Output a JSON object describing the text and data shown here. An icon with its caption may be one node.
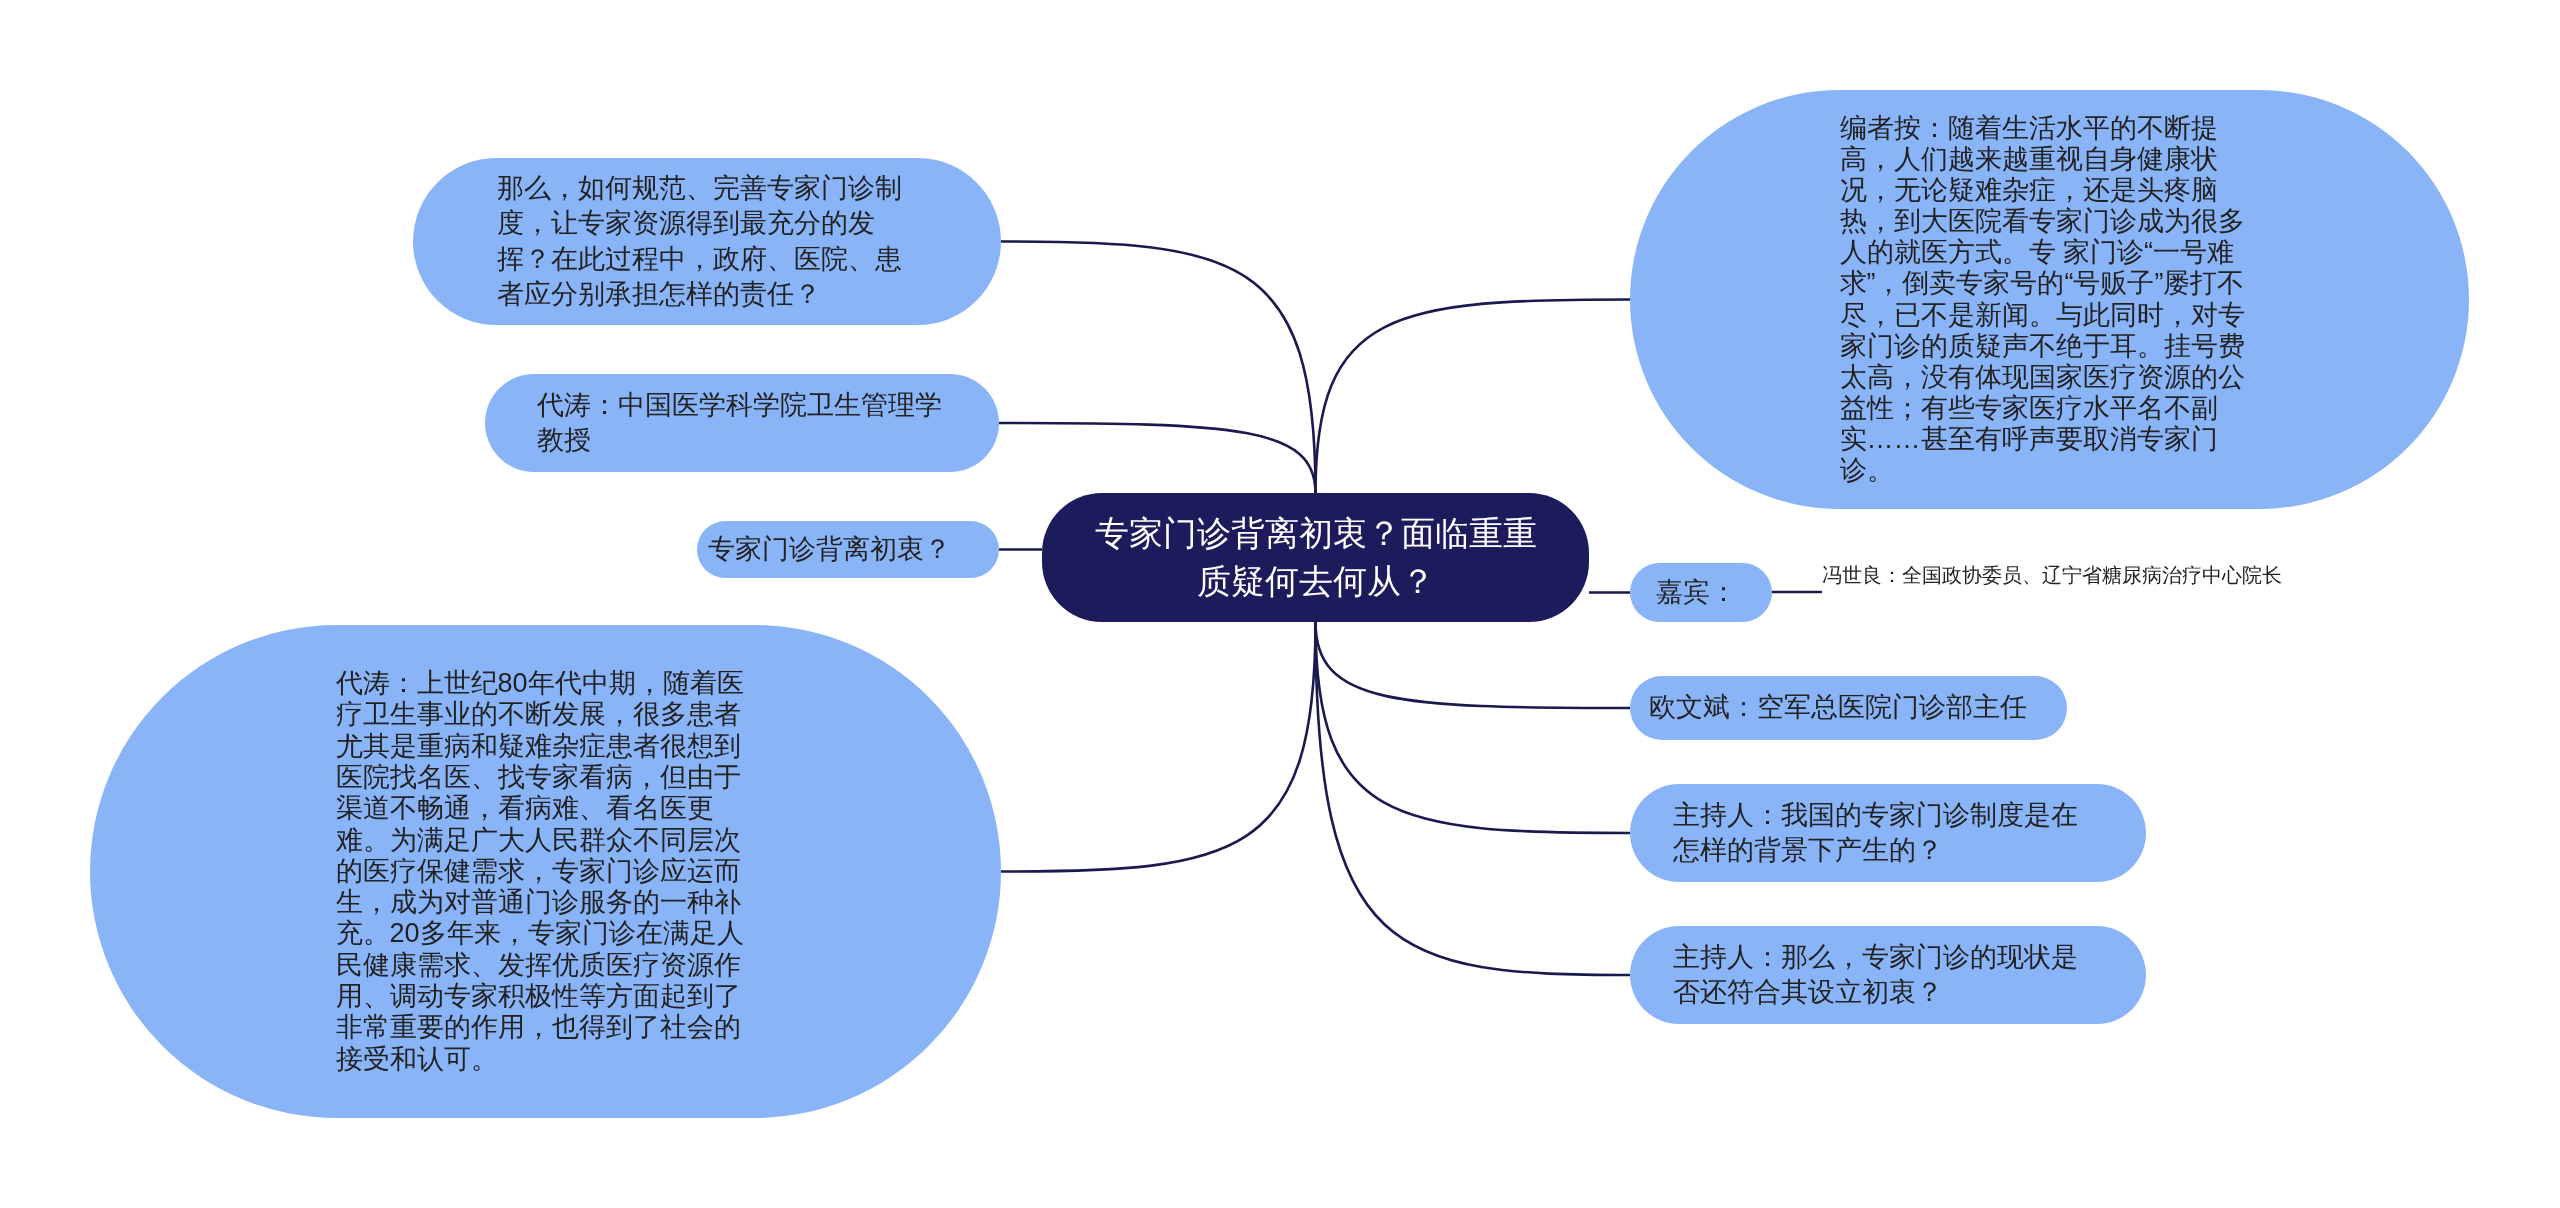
{
  "diagram": {
    "nodes": [
      {
        "text": [
          "专家门诊背离初衷？面临重重质疑何去何从？"
        ]
      },
      {
        "text": [
          "那么，如何规范、完善专家门诊制度，让专家资源得到最充分的发挥？在此过程中，政府、医院、患者应分别承担怎样的责任？"
        ]
      },
      {
        "text": [
          "代涛：中国医学科学院卫生管理学教授"
        ]
      },
      {
        "text": [
          "专家门诊背离初衷？"
        ]
      },
      {
        "text": [
          "代涛：上世纪80年代中期，随着医疗卫生事业的不断发展，很多患者尤其是重病和疑难杂症患者很想到医院找名医、找专家看病，但由于渠道不畅通，看病难、看名医更难。为满足广大人民群众不同层次的医疗保健需求，专家门诊应运而生，成为对普通门诊服务的一种补充。20多年来，专家门诊在满足人民健康需求、发挥优质医疗资源作用、调动专家积极性等方面起到了非常重要的作用，也得到了社会的接受和认可。"
        ]
      },
      {
        "text": [
          "编者按：随着生活水平的不断提高，人们越来越重视自身健康状况，无论疑难杂症，还是头疼脑热，到大医院看专家门诊成为很多人的就医方式。专 家门诊“一号难求”，倒卖专家号的“号贩子”屡打不尽，已不是新闻。与此同时，对专家门诊的质疑声不绝于耳。挂号费太高，没有体现国家医疗资源的公益性；有些专家医疗水平名不副实……甚至有呼声要取消专家门诊。"
        ]
      },
      {
        "text": [
          "嘉宾："
        ]
      },
      {
        "text": [
          "冯世良：全国政协委员、辽宁省糖尿病治疗中心院长"
        ]
      },
      {
        "text": [
          "欧文斌：空军总医院门诊部主任"
        ]
      },
      {
        "text": [
          "主持人：我国的专家门诊制度是在怎样的背景下产生的？"
        ]
      },
      {
        "text": [
          "主持人：那么，专家门诊的现状是否还符合其设立初衷？"
        ]
      }
    ],
    "edges": [
      {
        "from": 0,
        "to": 1,
        "arrow": "none"
      },
      {
        "from": 0,
        "to": 2,
        "arrow": "none"
      },
      {
        "from": 0,
        "to": 3,
        "arrow": "none"
      },
      {
        "from": 0,
        "to": 4,
        "arrow": "none"
      },
      {
        "from": 0,
        "to": 5,
        "arrow": "none"
      },
      {
        "from": 0,
        "to": 6,
        "arrow": "none"
      },
      {
        "from": 6,
        "to": 7,
        "arrow": "none"
      },
      {
        "from": 0,
        "to": 8,
        "arrow": "none"
      },
      {
        "from": 0,
        "to": 9,
        "arrow": "none"
      },
      {
        "from": 0,
        "to": 10,
        "arrow": "none"
      }
    ]
  }
}
